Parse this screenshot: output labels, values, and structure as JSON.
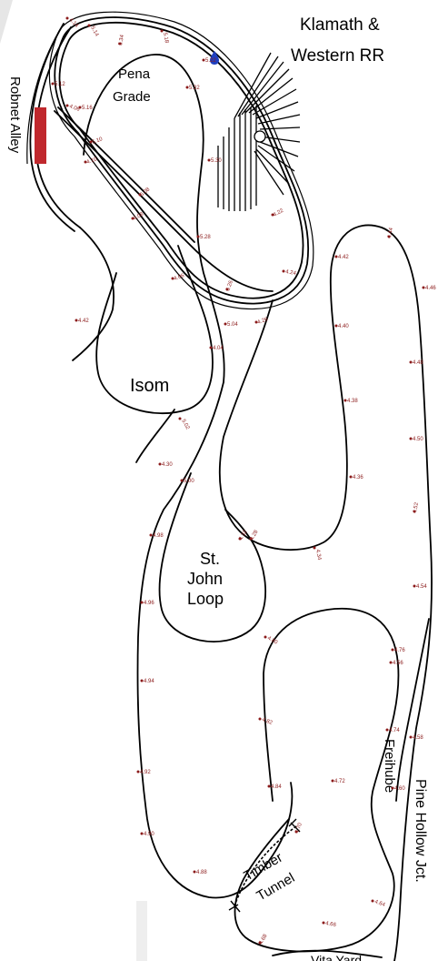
{
  "title_line1": "Klamath &",
  "title_line2": "Western RR",
  "places": {
    "pena_1": "Pena",
    "pena_2": "Grade",
    "robnet": "Robnet Alley",
    "isom": "Isom",
    "st_john_1": "St.",
    "st_john_2": "John",
    "st_john_3": "Loop",
    "freihube": "Freihube",
    "pine_hollow": "Pine Hollow Jct.",
    "timber_1": "Timber",
    "timber_2": "Tunnel",
    "vita_yard": "Vita Yard"
  },
  "colors": {
    "track": "#000000",
    "milepost": "#8b1a1a",
    "siding": "#c0282d",
    "water": "#1f3fbf"
  },
  "icons": {
    "water_tower": "water-drop-icon"
  },
  "mileposts": [
    "4.14",
    "5.14",
    "5.34",
    "5.18",
    "5.12",
    "5.16",
    "5.32",
    "5.22",
    "4.22",
    "4.06",
    "5.10",
    "4.10",
    "5.30",
    "5.08",
    "4.08",
    "5.28",
    "4.06",
    "5.26",
    "5.04",
    "4.26",
    "4.04",
    "4.24",
    "5.02",
    "4.42",
    "4.44",
    "4.46",
    "4.40",
    "4.48",
    "4.38",
    "4.50",
    "4.36",
    "4.30",
    "4.52",
    "5.00",
    "4.98",
    "4.32",
    "4.34",
    "4.54",
    "4.96",
    "4.76",
    "4.56",
    "4.80",
    "4.82",
    "4.74",
    "4.58",
    "4.94",
    "4.72",
    "4.92",
    "4.84",
    "4.60",
    "4.70",
    "4.90",
    "4.88",
    "4.28",
    "4.64",
    "4.66",
    "4.68",
    "4.42"
  ]
}
